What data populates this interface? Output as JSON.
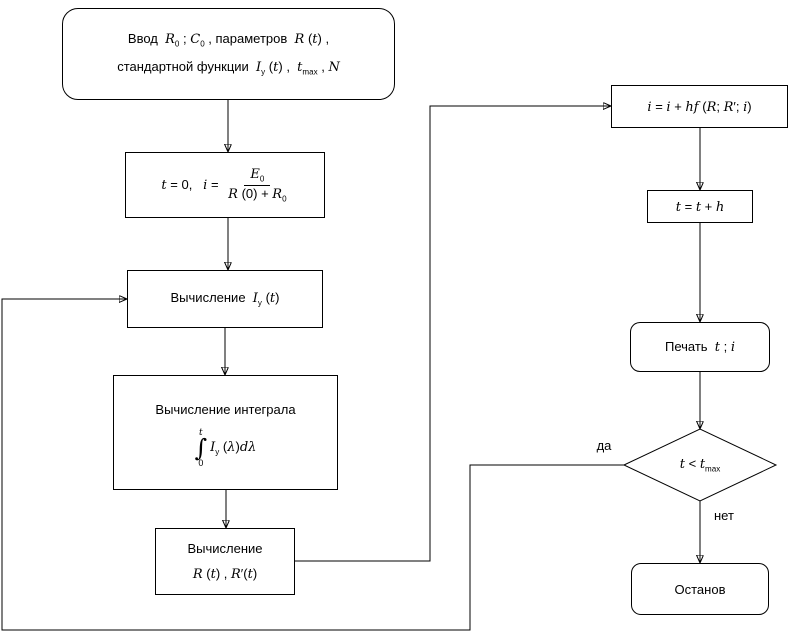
{
  "nodes": {
    "input": {
      "line1": "Ввод&nbsp; <i>R</i><sub>0</sub> ; <i>C</i><sub>0</sub> , параметров&nbsp; <i>R</i> (<i>t</i>) ,",
      "line2": "стандартной функции&nbsp; <i>I</i><sub>у</sub> (<i>t</i>) ,&nbsp; <i>t</i><sub>max</sub> , <i>N</i>"
    },
    "init": {
      "prefix": "<i>t</i> = 0,&nbsp;&nbsp;&nbsp;<i>i</i> =&nbsp;",
      "numerator": "<i>E</i><sub>0</sub>",
      "denominator": "<i>R</i> (0) + <i>R</i><sub>0</sub>"
    },
    "calc_iy": {
      "text": "Вычисление&nbsp; <i>I</i><sub>у</sub> (<i>t</i>)"
    },
    "integral": {
      "line1": "Вычисление интеграла",
      "upper": "<i>t</i>",
      "sign": "∫",
      "lower": "0",
      "body": "<i>I</i><sub>у</sub> (<i>λ</i>)<i>dλ</i>"
    },
    "calc_r": {
      "line1": "Вычисление",
      "line2": "<i>R</i> (<i>t</i>) , <i>R</i>′(<i>t</i>)"
    },
    "euler": {
      "text": "<i>i</i> = <i>i</i> + <i>hf</i> (<i>R</i>; <i>R</i>′; <i>i</i>)"
    },
    "step": {
      "text": "<i>t</i> = <i>t</i> + <i>h</i>"
    },
    "print": {
      "text": "Печать&nbsp; <i>t</i> ; <i>i</i>"
    },
    "decision": {
      "text": "<i>t</i> &lt; <i>t</i><sub>max</sub>"
    },
    "stop": {
      "text": "Останов"
    }
  },
  "labels": {
    "yes": "да",
    "no": "нет"
  }
}
